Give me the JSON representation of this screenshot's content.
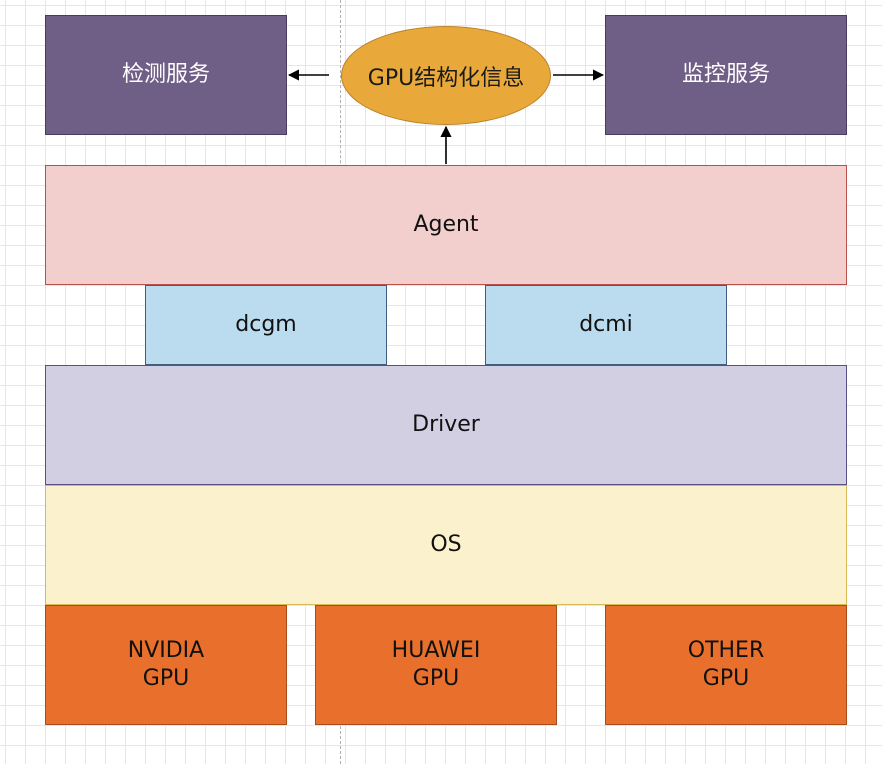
{
  "diagram": {
    "top": {
      "left_service": "检测服务",
      "center_info": "GPU结构化信息",
      "right_service": "监控服务"
    },
    "agent": "Agent",
    "libraries": [
      "dcgm",
      "dcmi"
    ],
    "driver": "Driver",
    "os": "OS",
    "gpus": [
      "NVIDIA\nGPU",
      "HUAWEI\nGPU",
      "OTHER\nGPU"
    ]
  }
}
